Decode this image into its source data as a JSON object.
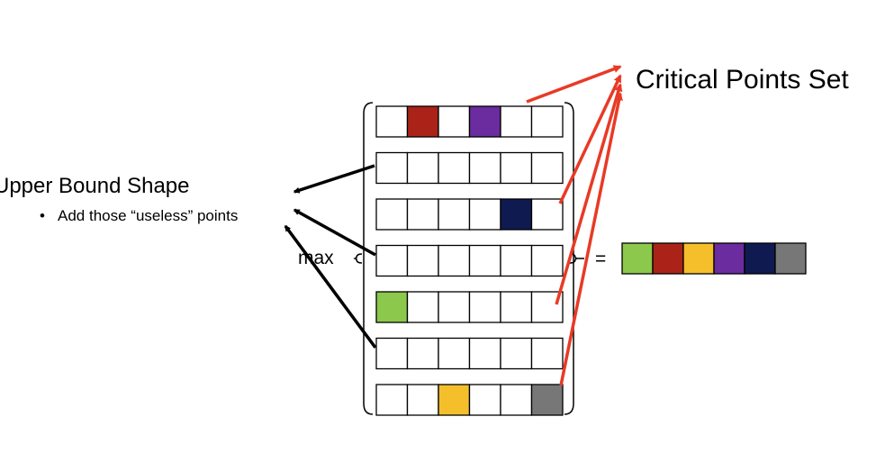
{
  "heading": "Upper Bound Shape",
  "bullet_symbol": "•",
  "bullet_text": "Add those “useless” points",
  "max_label": "max",
  "equals_label": "=",
  "critical_label": "Critical Points Set",
  "colors": {
    "red": "#ab2318",
    "purple": "#6a2c9e",
    "navy": "#0f1b50",
    "green": "#8cc84c",
    "yellow": "#f5bf2c",
    "gray": "#777777",
    "empty": "#ffffff",
    "arrow_red": "#e83a26",
    "arrow_black": "#000000"
  },
  "matrix_rows": [
    [
      "empty",
      "red",
      "empty",
      "purple",
      "empty",
      "empty"
    ],
    [
      "empty",
      "empty",
      "empty",
      "empty",
      "empty",
      "empty"
    ],
    [
      "empty",
      "empty",
      "empty",
      "empty",
      "navy",
      "empty"
    ],
    [
      "empty",
      "empty",
      "empty",
      "empty",
      "empty",
      "empty"
    ],
    [
      "green",
      "empty",
      "empty",
      "empty",
      "empty",
      "empty"
    ],
    [
      "empty",
      "empty",
      "empty",
      "empty",
      "empty",
      "empty"
    ],
    [
      "empty",
      "empty",
      "yellow",
      "empty",
      "empty",
      "gray"
    ]
  ],
  "result_row": [
    "green",
    "red",
    "yellow",
    "purple",
    "navy",
    "gray"
  ]
}
